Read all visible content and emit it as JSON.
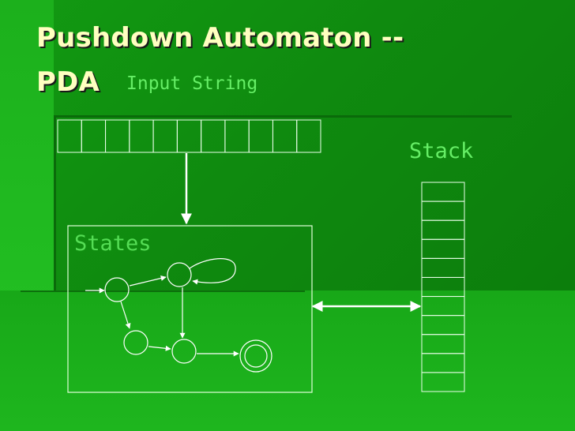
{
  "slide": {
    "title_line1": "Pushdown Automaton --",
    "title_line2": "PDA",
    "input_label": "Input String",
    "stack_label": "Stack",
    "states_label": "States"
  },
  "tape": {
    "cells": 11
  },
  "stack": {
    "cells": 11
  },
  "automaton": {
    "states": 5,
    "accepting_states": 1
  },
  "colors": {
    "title_text": "#ffffc0",
    "label_text": "#66ee66",
    "lines": "#ffffff",
    "background": "#129a12"
  }
}
